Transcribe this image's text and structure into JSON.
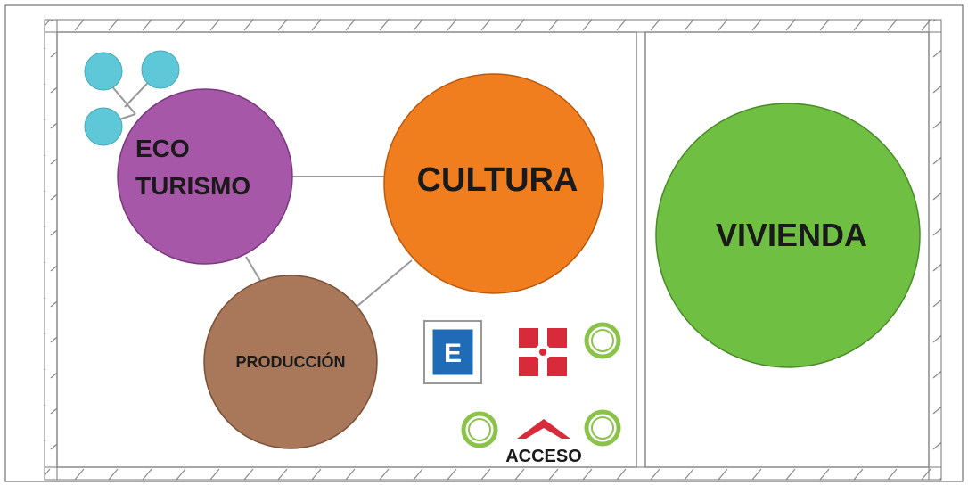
{
  "diagram": {
    "nodes": [
      {
        "id": "ecoturismo",
        "lines": [
          "ECO",
          "TURISMO"
        ],
        "color": "#a657a8"
      },
      {
        "id": "cultura",
        "lines": [
          "CULTURA"
        ],
        "color": "#f07d1e"
      },
      {
        "id": "produccion",
        "lines": [
          "PRODUCCIÓN"
        ],
        "color": "#a9775a"
      },
      {
        "id": "vivienda",
        "lines": [
          "VIVIENDA"
        ],
        "color": "#6fc042"
      }
    ],
    "small_circles_color": "#5fc8d8",
    "icons": {
      "parking_letter": "E",
      "parking_color": "#1f6bb6",
      "cross_color": "#d72a3a",
      "tree_color": "#8bc34a"
    },
    "access": {
      "label": "ACCESO",
      "color": "#d72a3a"
    }
  }
}
